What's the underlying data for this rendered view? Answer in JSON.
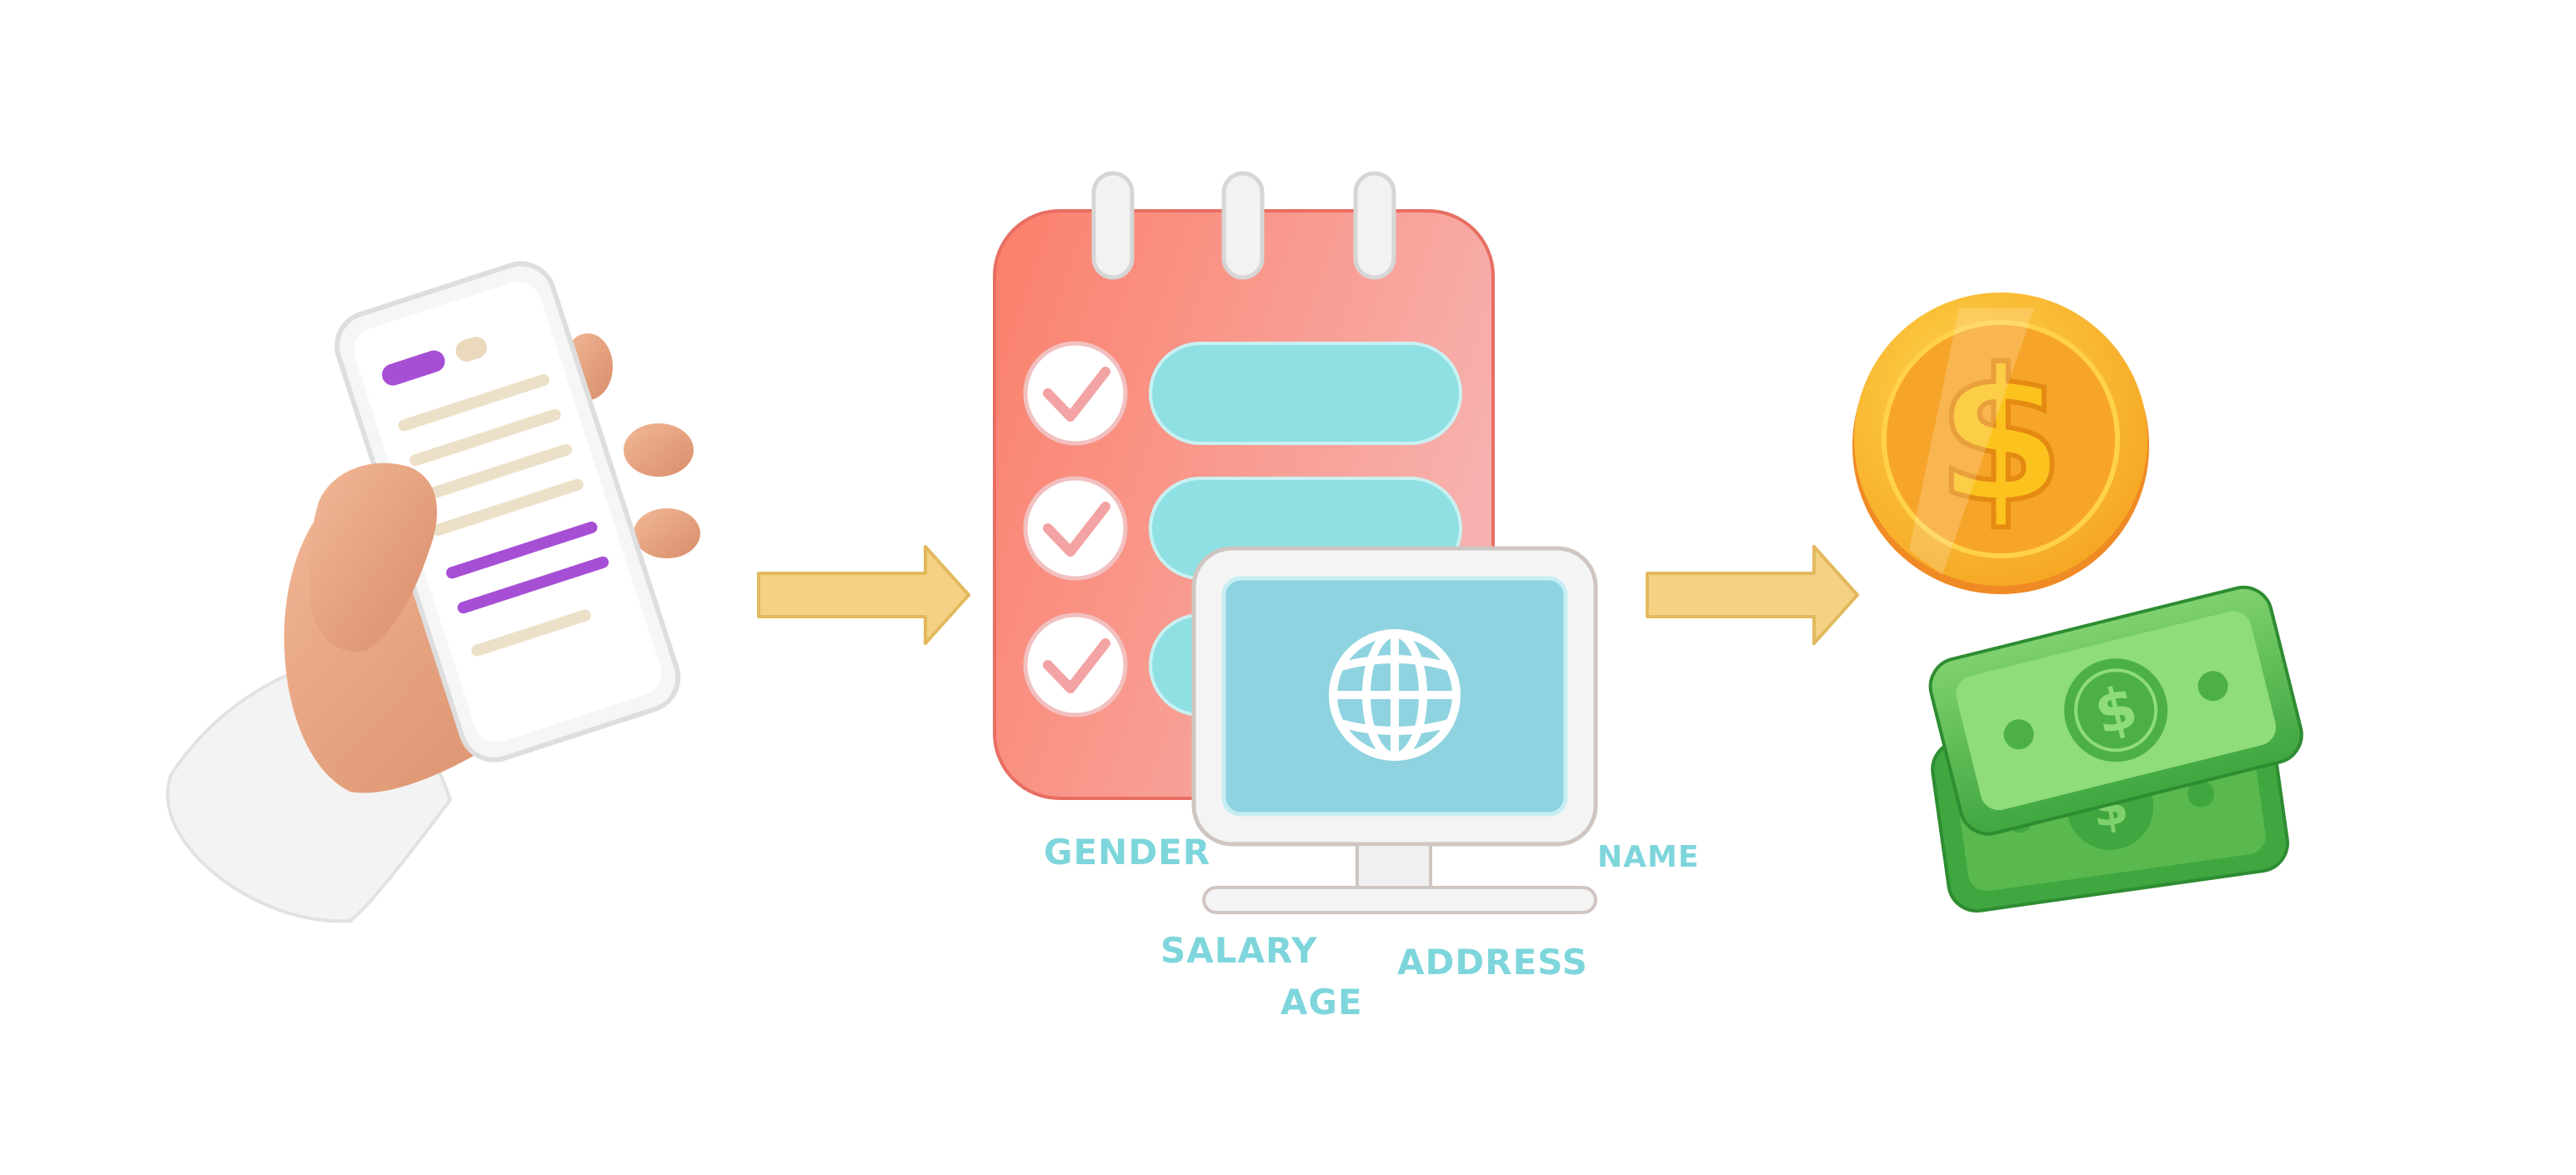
{
  "colors": {
    "arrow": "#f5d184",
    "clipboard": "#fb8774",
    "bar": "#8ee0e3",
    "check": "#f3a3a3",
    "screen": "#8fd3e0",
    "label": "#7ed6dc",
    "coin": "#fbbf2c",
    "bill": "#59b94f",
    "phone_accent": "#a64fd4",
    "skin": "#e9a583"
  },
  "icons": {
    "phone": "hand-holding-phone-icon",
    "form": "checklist-clipboard-icon",
    "computer": "computer-globe-icon",
    "money": "coin-and-cash-icon",
    "arrow": "arrow-right-icon"
  },
  "fields": {
    "gender": "GENDER",
    "name": "NAME",
    "salary": "SALARY",
    "address": "ADDRESS",
    "age": "AGE"
  }
}
